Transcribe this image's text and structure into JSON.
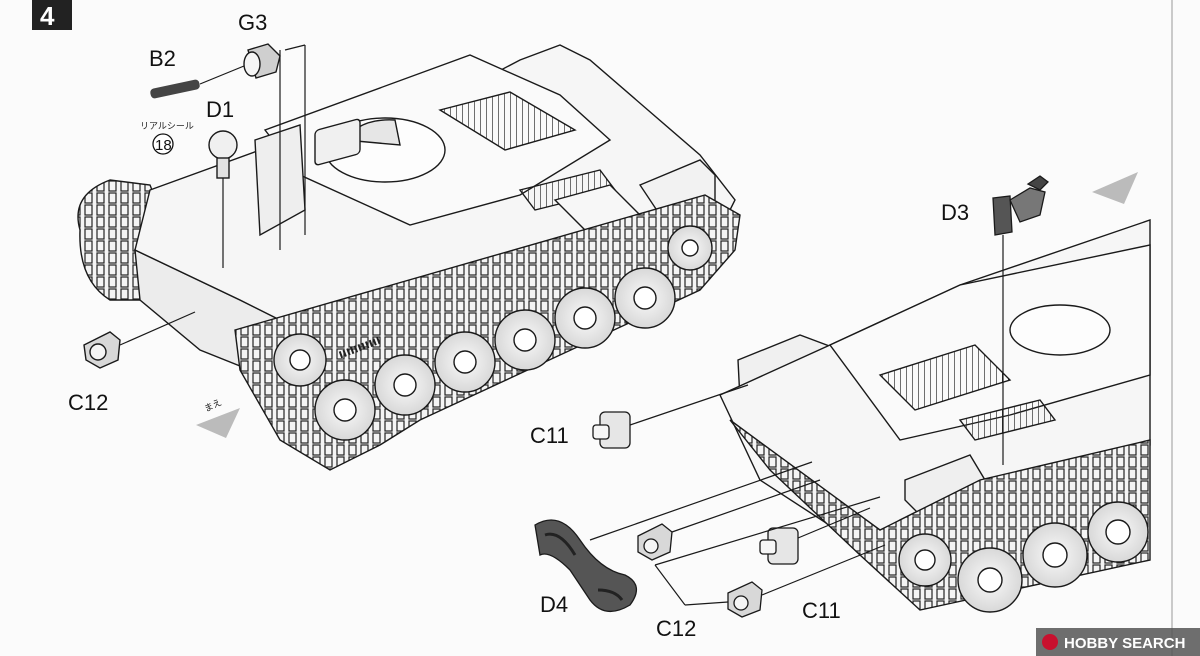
{
  "step": {
    "number": "4"
  },
  "parts": {
    "b2": "B2",
    "g3": "G3",
    "d1": "D1",
    "c12_left": "C12",
    "c11_top": "C11",
    "d3": "D3",
    "d4": "D4",
    "c12_bottom": "C12",
    "c11_bottom": "C11"
  },
  "decal": {
    "caption": "リアルシール",
    "number": "18"
  },
  "front_marker": "まえ",
  "watermark": {
    "text": "HOBBY SEARCH"
  },
  "colors": {
    "line": "#1a1a1a",
    "fill": "#f2f2f2",
    "shade": "#c9c9c9",
    "badge": "#222222",
    "watermark_red": "#c8102e"
  }
}
